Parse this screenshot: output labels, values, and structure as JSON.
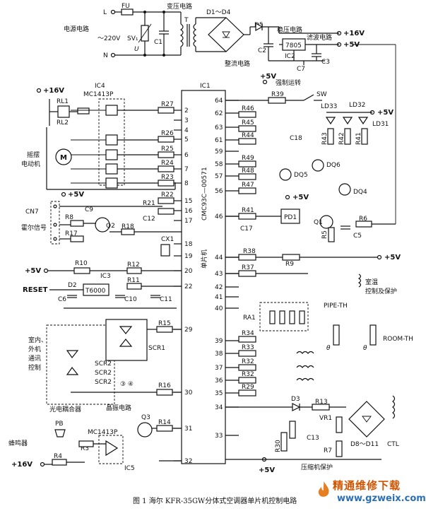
{
  "caption": "图 1  海尔 KFR-35GW分体式空调器单片机控制电路",
  "watermark": {
    "title": "精通维修下载",
    "url": "www.gzweix.com"
  },
  "sections": {
    "power": "电源电路",
    "transformer": "变压电路",
    "regulator": "稳压电路",
    "filter": "滤波电路",
    "rectifier": "整流电路",
    "forced_run": "强制运转",
    "swing_motor": "摇摆\n电动机",
    "hall_signal": "霍尔信号",
    "indoor_outdoor": "室内、\n外机\n通讯\n控制",
    "optocoupler": "光电耦合器",
    "crystal": "晶振电路",
    "temp_control": "室温\n控制及保护",
    "compressor": "压缩机保护",
    "buzzer": "蜂鸣器",
    "mcu": "单片机"
  },
  "chips": {
    "mcu_ref": "IC1",
    "mcu_part": "CMC93C—00571",
    "driver_ref": "IC4",
    "driver_part": "MC1413P",
    "reg_ref": "IC2",
    "reg_part": "7805",
    "reset_ref": "IC3",
    "reset_part": "T6000",
    "buzzer_ref": "IC5",
    "buzzer_part": "MC1413P",
    "pd_ref": "PD1"
  },
  "supply": {
    "ac": "～220V",
    "p16": "+16V",
    "p5": "+5V",
    "L": "L",
    "N": "N",
    "fuse": "FU",
    "transformer": "T",
    "reset": "RESET"
  },
  "left_pins": [
    "64",
    "62",
    "63",
    "61",
    "59",
    "58",
    "57",
    "56",
    "46",
    "44",
    "43",
    "42",
    "41",
    "40",
    "39",
    "38",
    "37",
    "36",
    "35",
    "34",
    "33"
  ],
  "right_pins": [
    "2",
    "3",
    "4",
    "5",
    "6",
    "7",
    "8",
    "15",
    "16",
    "17",
    "18",
    "19",
    "20",
    "22",
    "29",
    "30",
    "31",
    "32"
  ],
  "components": {
    "R27": "R27",
    "R26": "R26",
    "R25": "R25",
    "R24": "R24",
    "R23": "R23",
    "R22": "R22",
    "R21": "R21",
    "R18": "R18",
    "R17": "R17",
    "R8": "R8",
    "R39": "R39",
    "R46": "R46",
    "R45": "R45",
    "R44": "R44",
    "R49": "R49",
    "R48": "R48",
    "R47": "R47",
    "R43": "R43",
    "R42": "R42",
    "R41": "R41",
    "R38": "R38",
    "R9": "R9",
    "R37": "R37",
    "R6": "R6",
    "R5": "R5",
    "R34": "R34",
    "R33": "R33",
    "R32": "R32",
    "R29": "R29",
    "R13": "R13",
    "R3": "R3",
    "R30": "R30",
    "R7": "R7",
    "R4": "R4",
    "R10": "R10",
    "R12": "R12",
    "R11": "R11",
    "R15": "R15",
    "R16": "R16",
    "R14": "R14",
    "C1": "C1",
    "C2": "C2",
    "C3": "C3",
    "C7": "C7",
    "C18": "C18",
    "C17": "C17",
    "C5": "C5",
    "C9": "C9",
    "C12": "C12",
    "C6": "C6",
    "C10": "C10",
    "C11": "C11",
    "C13": "C13",
    "CX1": "CX1",
    "RL1": "RL1",
    "RL2": "RL2",
    "D1D4": "D1～D4",
    "D5": "D5",
    "D2": "D2",
    "D3": "D3",
    "D8D11": "D8～D11",
    "SV1": "SV₁",
    "U": "U",
    "Q1": "Q1",
    "Q2": "Q2",
    "Q3": "Q3",
    "DQ4": "DQ4",
    "DQ5": "DQ5",
    "DQ6": "DQ6",
    "LD31": "LD31",
    "LD32": "LD32",
    "LD33": "LD33",
    "SW": "SW",
    "RA1": "RA1",
    "VR1": "VR1",
    "PB": "PB",
    "CN7": "CN7",
    "SCR1": "SCR1",
    "SCR2a": "SCR2",
    "SCR2b": "SCR2",
    "SCR2c": "SCR2",
    "circ": "③ ④",
    "PIPE": "PIPE-TH",
    "ROOM": "ROOM-TH",
    "CTL": "CTL",
    "theta": "θ",
    "M": "M"
  }
}
